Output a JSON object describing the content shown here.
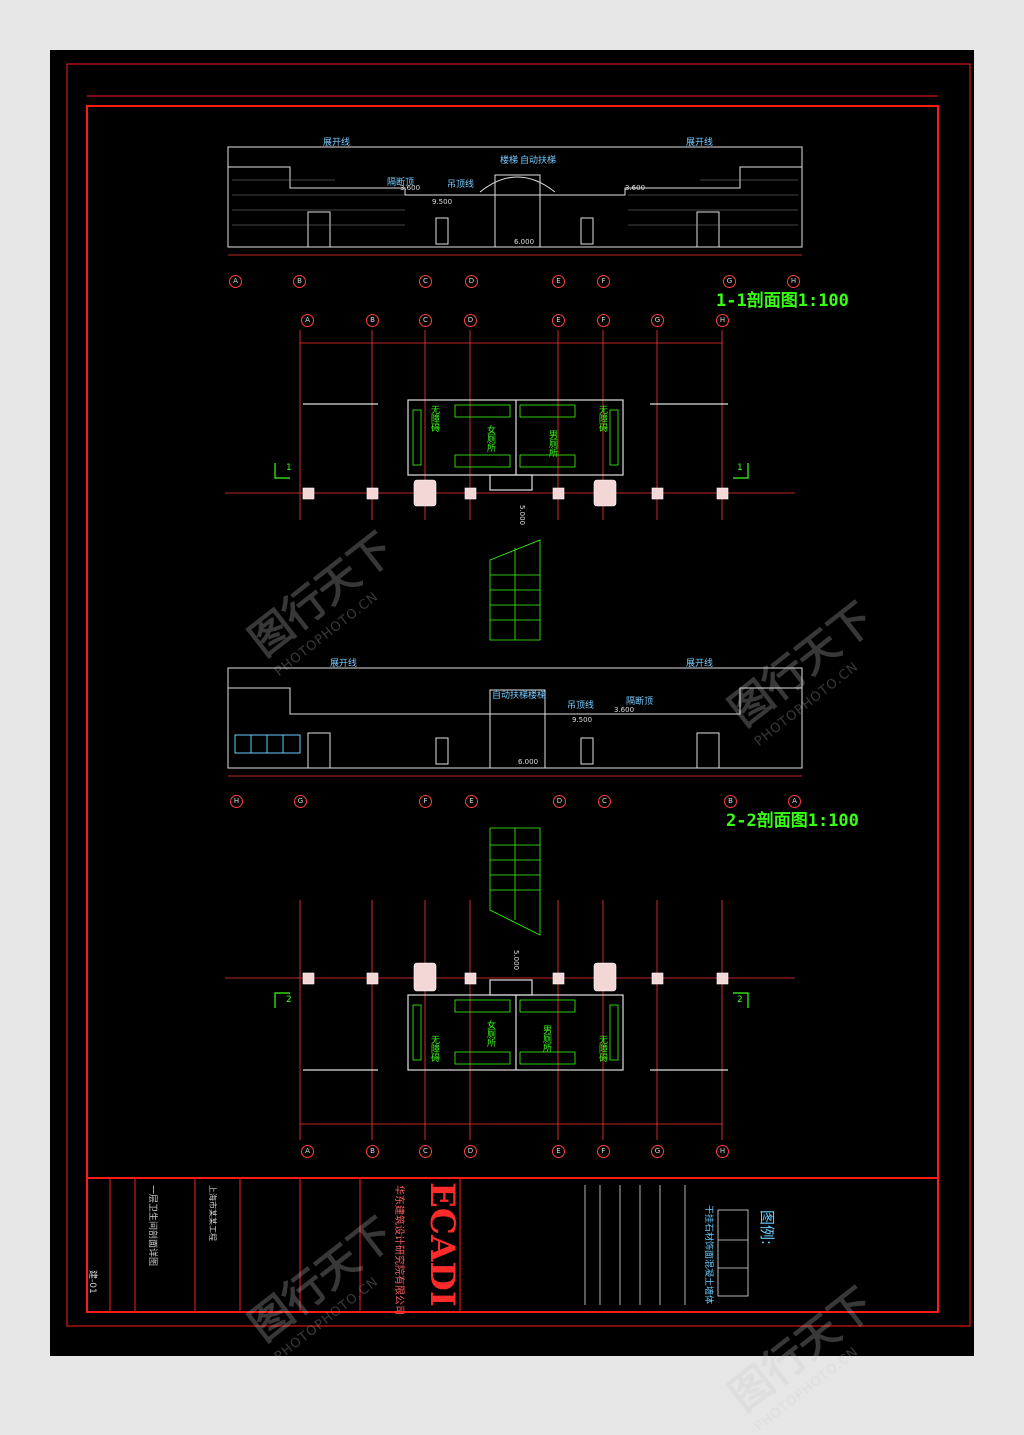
{
  "section1": {
    "title": "1-1剖面图",
    "scale": "1:100",
    "labels": {
      "roof_left": "展开线",
      "roof_right": "展开线",
      "stairs": "楼梯",
      "escalator": "自动扶梯",
      "partition": "隔断顶",
      "ceiling_line": "吊顶线",
      "elev_upper": "9.500",
      "elev_left": "3.600",
      "elev_right": "3.600",
      "elev_mid": "6.000"
    },
    "axes": [
      "A",
      "B",
      "C",
      "D",
      "E",
      "F",
      "G",
      "H"
    ]
  },
  "plan1": {
    "axes": [
      "A",
      "B",
      "C",
      "D",
      "E",
      "F",
      "G",
      "H"
    ],
    "rooms": [
      "女厕所",
      "男厕所",
      "无障碍",
      "无障碍"
    ],
    "cut_marks": [
      "1",
      "1"
    ],
    "elev": "5.000"
  },
  "section2": {
    "title": "2-2剖面图",
    "scale": "1:100",
    "labels": {
      "roof_left": "展开线",
      "roof_right": "展开线",
      "escalator": "自动扶梯楼梯",
      "ceiling_line": "吊顶线",
      "partition": "隔断顶",
      "elev_upper": "9.500",
      "elev_right": "3.600",
      "elev_mid": "6.000"
    },
    "axes": [
      "H",
      "G",
      "F",
      "E",
      "D",
      "C",
      "B",
      "A"
    ]
  },
  "plan2": {
    "axes": [
      "A",
      "B",
      "C",
      "D",
      "E",
      "F",
      "G",
      "H"
    ],
    "rooms": [
      "女厕所",
      "男厕所",
      "无障碍",
      "无障碍"
    ],
    "cut_marks": [
      "2",
      "2"
    ],
    "elev": "5.000"
  },
  "title_block": {
    "brand": "ECADI",
    "company": "华东建筑设计研究院有限公司",
    "legend_title": "图例:",
    "legend_item": "干挂石材饰面混凝土墙体",
    "drawing_name": "一层卫生间剖面详图",
    "project": "上海市某某工程",
    "sheet_no": "建-01"
  },
  "watermark": {
    "text": "图行天下",
    "domain": "PHOTOPHOTO.CN"
  },
  "colors": {
    "frame": "#ff1a1a",
    "axis": "#ff3333",
    "line": "#e0e0e0",
    "cyan": "#66ccff",
    "green": "#39ff14"
  }
}
